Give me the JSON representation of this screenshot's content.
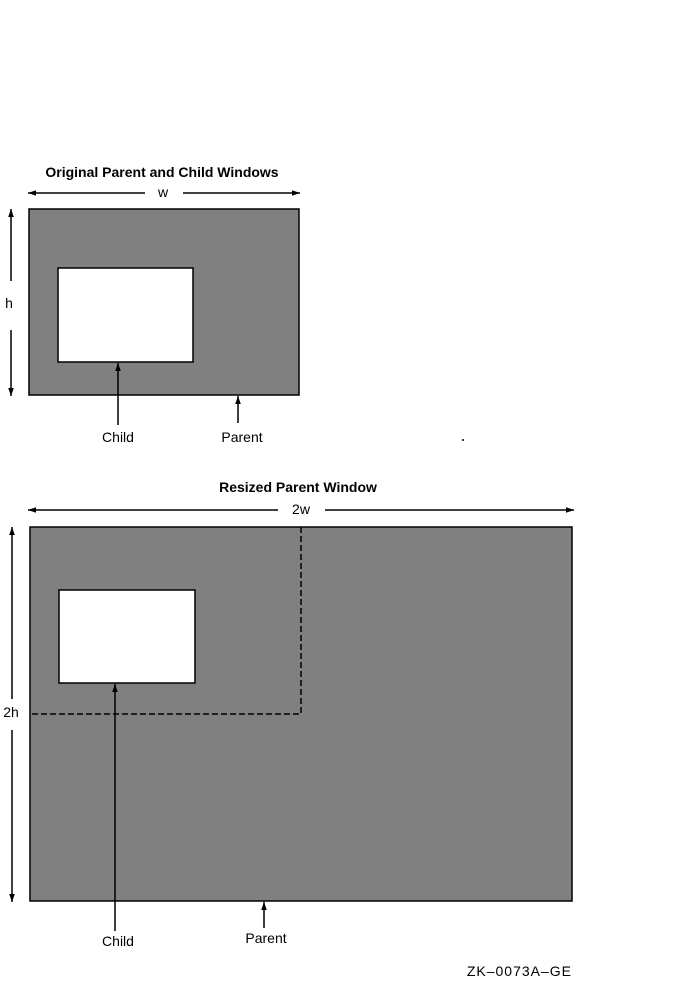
{
  "top": {
    "title": "Original Parent and Child Windows",
    "width_label": "w",
    "height_label": "h",
    "child_label": "Child",
    "parent_label": "Parent"
  },
  "bottom": {
    "title": "Resized Parent Window",
    "width_label": "2w",
    "height_label": "2h",
    "child_label": "Child",
    "parent_label": "Parent"
  },
  "figure_id": "ZK–0073A–GE",
  "colors": {
    "parent_fill": "#808080",
    "child_fill": "#ffffff",
    "stroke": "#000000"
  }
}
